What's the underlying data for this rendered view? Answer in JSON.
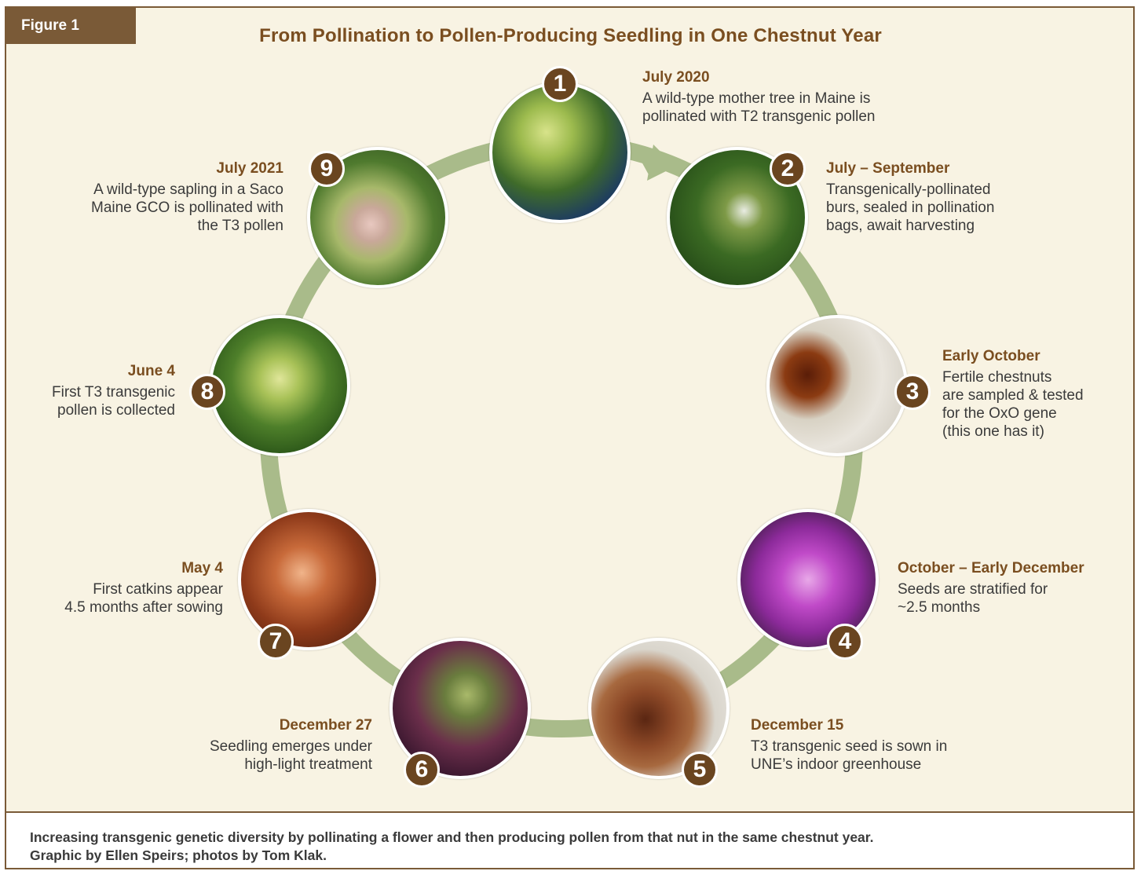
{
  "figure_label": "Figure 1",
  "title": "From Pollination to Pollen-Producing Seedling in One Chestnut Year",
  "steps": [
    {
      "number": "1",
      "when": "July 2020",
      "desc": "A wild-type mother tree in Maine is\npollinated with T2 transgenic pollen"
    },
    {
      "number": "2",
      "when": "July – September",
      "desc": "Transgenically-pollinated\nburs, sealed in pollination\nbags, await harvesting"
    },
    {
      "number": "3",
      "when": "Early October",
      "desc": "Fertile chestnuts\nare sampled & tested\nfor the OxO gene\n(this one has it)"
    },
    {
      "number": "4",
      "when": "October – Early December",
      "desc": "Seeds are stratified for\n~2.5 months"
    },
    {
      "number": "5",
      "when": "December 15",
      "desc": "T3 transgenic seed is sown in\nUNE’s indoor greenhouse"
    },
    {
      "number": "6",
      "when": "December 27",
      "desc": "Seedling emerges under\nhigh-light treatment"
    },
    {
      "number": "7",
      "when": "May 4",
      "desc": "First catkins appear\n4.5 months after sowing"
    },
    {
      "number": "8",
      "when": "June 4",
      "desc": "First T3 transgenic\npollen is collected"
    },
    {
      "number": "9",
      "when": "July 2021",
      "desc": "A wild-type sapling in a Saco\nMaine GCO is pollinated with\nthe T3 pollen"
    }
  ],
  "footer": {
    "caption": "Increasing transgenic genetic diversity by pollinating a flower and then producing pollen from that nut in the same chestnut year.",
    "credit": "Graphic by Ellen Speirs; photos by Tom Klak."
  },
  "colors": {
    "brown": "#7a5a37",
    "title_brown": "#7a4e20",
    "ring_green": "#a9bb8a",
    "background": "#f8f3e3"
  }
}
